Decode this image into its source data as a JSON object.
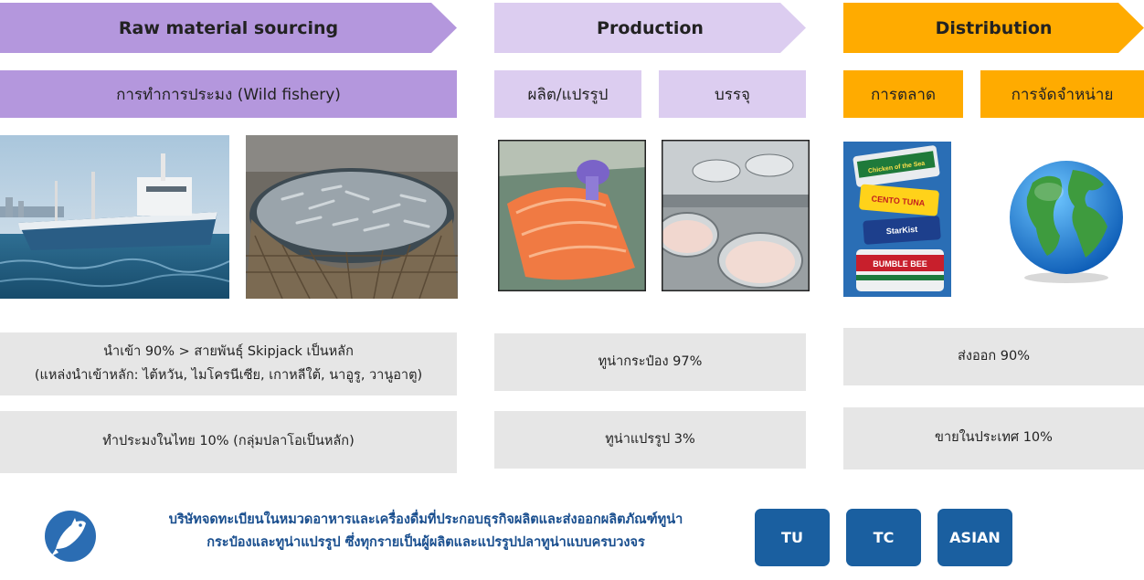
{
  "stages": [
    {
      "title": "Raw material sourcing"
    },
    {
      "title": "Production"
    },
    {
      "title": "Distribution"
    }
  ],
  "substages": {
    "sourcing": "การทำการประมง (Wild fishery)",
    "production": [
      "ผลิต/แปรรูป",
      "บรรจุ"
    ],
    "distribution": [
      "การตลาด",
      "การจัดจำหน่าย"
    ]
  },
  "can_labels": [
    "Chicken of the Sea",
    "CENTO TUNA",
    "StarKist",
    "BUMBLE BEE"
  ],
  "facts": {
    "sourcing": [
      {
        "line1": "นำเข้า 90% > สายพันธุ์ Skipjack เป็นหลัก",
        "line2": "(แหล่งนำเข้าหลัก: ไต้หวัน, ไมโครนีเซีย, เกาหลีใต้, นาอูรู, วานูอาตู)"
      },
      {
        "line1": "ทำประมงในไทย 10% (กลุ่มปลาโอเป็นหลัก)"
      }
    ],
    "production": [
      "ทูน่ากระป๋อง 97%",
      "ทูน่าแปรรูป 3%"
    ],
    "distribution": [
      "ส่งออก 90%",
      "ขายในประเทศ 10%"
    ]
  },
  "note": {
    "line1": "บริษัทจดทะเบียนในหมวดอาหารและเครื่องดื่มที่ประกอบธุรกิจผลิตและส่งออกผลิตภัณฑ์ทูน่า",
    "line2": "กระป๋องและทูน่าแปรรูป ซึ่งทุกรายเป็นผู้ผลิตและแปรรูปปลาทูน่าแบบครบวงจร"
  },
  "companies": [
    "TU",
    "TC",
    "ASIAN"
  ],
  "colors": {
    "sourcing": "#b497dd",
    "production": "#dccdf0",
    "distribution": "#ffab00",
    "gray_box": "#e6e6e6",
    "company": "#1a5fa0",
    "note_text": "#1a4f8f"
  }
}
